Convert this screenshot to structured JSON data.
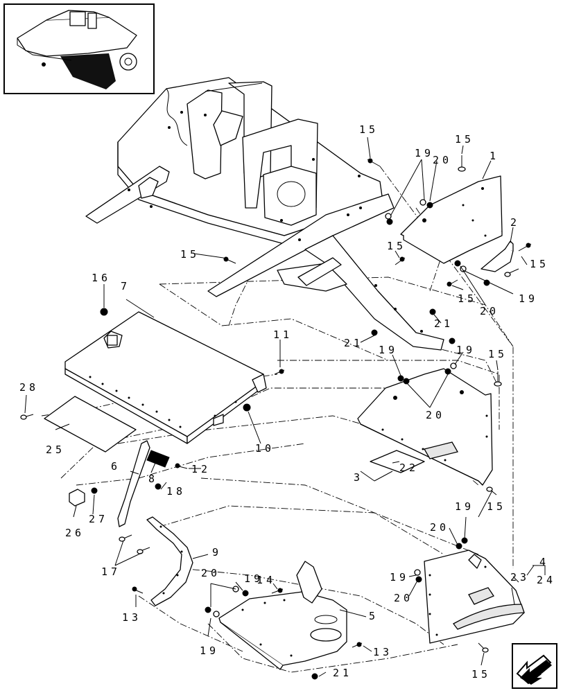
{
  "callouts": [
    {
      "id": "c1",
      "text": "1"
    },
    {
      "id": "c2",
      "text": "2"
    },
    {
      "id": "c3",
      "text": "3"
    },
    {
      "id": "c4",
      "text": "4"
    },
    {
      "id": "c5",
      "text": "5"
    },
    {
      "id": "c6",
      "text": "6"
    },
    {
      "id": "c7",
      "text": "7"
    },
    {
      "id": "c8",
      "text": "8"
    },
    {
      "id": "c9",
      "text": "9"
    },
    {
      "id": "c10",
      "text": "10"
    },
    {
      "id": "c11",
      "text": "11"
    },
    {
      "id": "c12",
      "text": "12"
    },
    {
      "id": "c13a",
      "text": "13"
    },
    {
      "id": "c13b",
      "text": "13"
    },
    {
      "id": "c14a",
      "text": "14"
    },
    {
      "id": "c15a",
      "text": "15"
    },
    {
      "id": "c15b",
      "text": "15"
    },
    {
      "id": "c15c",
      "text": "15"
    },
    {
      "id": "c15d",
      "text": "15"
    },
    {
      "id": "c15e",
      "text": "15"
    },
    {
      "id": "c15f",
      "text": "15"
    },
    {
      "id": "c15g",
      "text": "15"
    },
    {
      "id": "c15h",
      "text": "15"
    },
    {
      "id": "c15i",
      "text": "15"
    },
    {
      "id": "c16",
      "text": "16"
    },
    {
      "id": "c17",
      "text": "17"
    },
    {
      "id": "c18",
      "text": "18"
    },
    {
      "id": "c19a",
      "text": "19"
    },
    {
      "id": "c19b",
      "text": "19"
    },
    {
      "id": "c19c",
      "text": "19"
    },
    {
      "id": "c19d",
      "text": "19"
    },
    {
      "id": "c19e",
      "text": "19"
    },
    {
      "id": "c19f",
      "text": "19"
    },
    {
      "id": "c19g",
      "text": "19"
    },
    {
      "id": "c19h",
      "text": "19"
    },
    {
      "id": "c20a",
      "text": "20"
    },
    {
      "id": "c20b",
      "text": "20"
    },
    {
      "id": "c20c",
      "text": "20"
    },
    {
      "id": "c20d",
      "text": "20"
    },
    {
      "id": "c20e",
      "text": "20"
    },
    {
      "id": "c20f",
      "text": "20"
    },
    {
      "id": "c21a",
      "text": "21"
    },
    {
      "id": "c21b",
      "text": "21"
    },
    {
      "id": "c21c",
      "text": "21"
    },
    {
      "id": "c22",
      "text": "22"
    },
    {
      "id": "c23",
      "text": "23"
    },
    {
      "id": "c24",
      "text": "24"
    },
    {
      "id": "c25",
      "text": "25"
    },
    {
      "id": "c26",
      "text": "26"
    },
    {
      "id": "c27",
      "text": "27"
    },
    {
      "id": "c28",
      "text": "28"
    }
  ],
  "icons": {
    "overview": "machine-overview-thumbnail",
    "nav": "next-page-arrow-icon"
  }
}
